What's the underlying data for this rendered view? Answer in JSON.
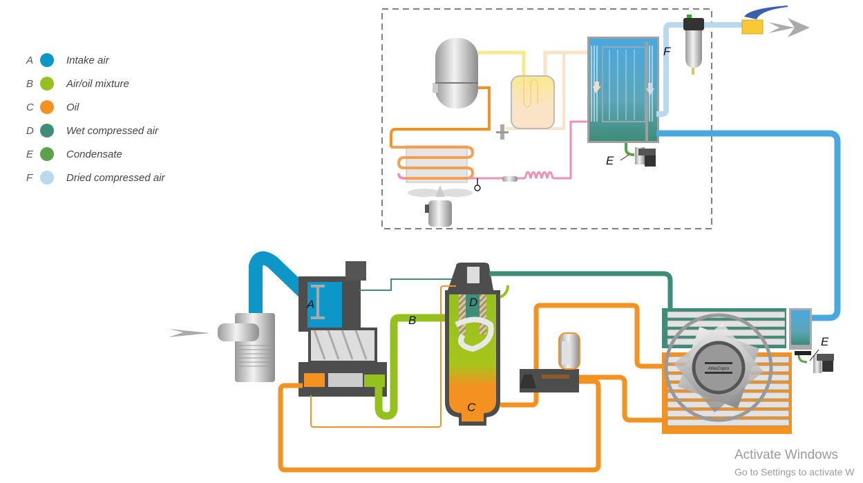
{
  "legend": {
    "items": [
      {
        "letter": "A",
        "label": "Intake air",
        "color": "#0d96c8"
      },
      {
        "letter": "B",
        "label": "Air/oil mixture",
        "color": "#95c11f"
      },
      {
        "letter": "C",
        "label": "Oil",
        "color": "#f39220"
      },
      {
        "letter": "D",
        "label": "Wet compressed air",
        "color": "#3f8c78"
      },
      {
        "letter": "E",
        "label": "Condensate",
        "color": "#5da24a"
      },
      {
        "letter": "F",
        "label": "Dried compressed air",
        "color": "#b9d9ee"
      }
    ]
  },
  "diagram": {
    "labels": {
      "A": "A",
      "B": "B",
      "C": "C",
      "D": "D",
      "E_dryer": "E",
      "E_cooler": "E",
      "F": "F"
    },
    "colors": {
      "intake": "#0d96c8",
      "airoil": "#95c11f",
      "oil": "#f39220",
      "wet": "#3f8c78",
      "condensate": "#5da24a",
      "dried": "#b9d9ee",
      "dryer_air": "#4aa8e0",
      "refrigerant_hot": "#f4a050",
      "refrigerant_pink": "#ef8fb8",
      "refrigerant_yellow": "#f7e98a",
      "refrigerant_cream": "#fbe3c8",
      "casing": "#4d4d4d",
      "arrow_grey": "#aaaaaa",
      "valve_blue": "#3a5fae",
      "valve_yellow": "#f7c935"
    },
    "logo_text": "AtlasCopco"
  },
  "watermark": {
    "title": "Activate Windows",
    "subtitle": "Go to Settings to activate W"
  }
}
